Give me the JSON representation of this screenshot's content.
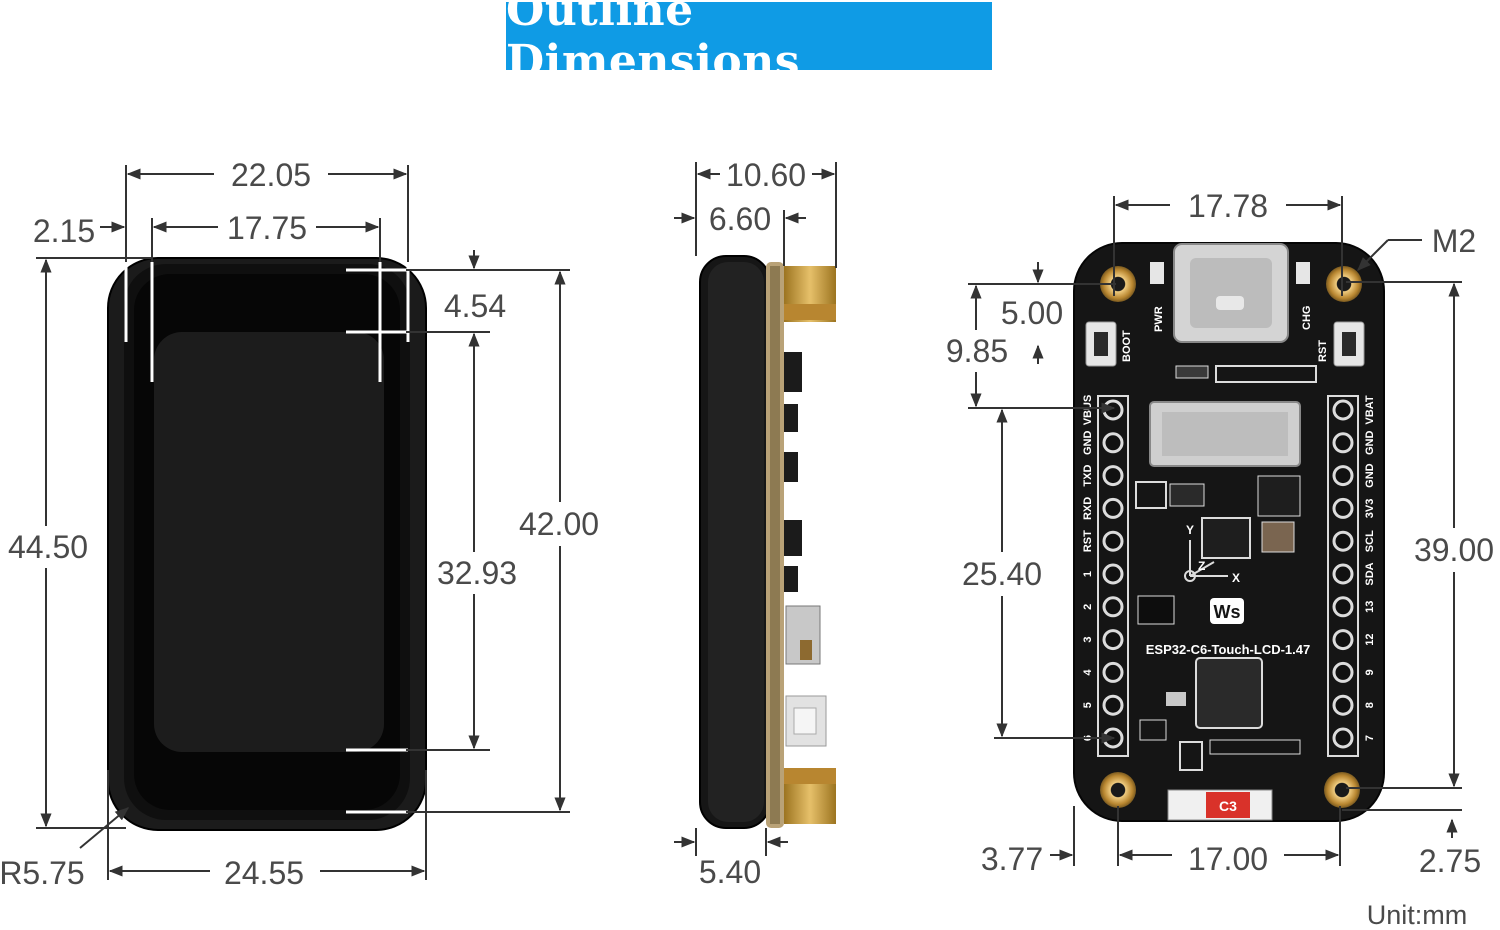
{
  "title": "Outline Dimensions",
  "unit_label": "Unit:mm",
  "colors": {
    "banner": "#0f9be5",
    "body": "#111111",
    "gold": "#c99a3a",
    "pcb": "#151515"
  },
  "front_view": {
    "width_outer": "22.05",
    "width_display": "17.75",
    "offset_left": "2.15",
    "top_bezel": "4.54",
    "height_display": "32.93",
    "height_inner": "42.00",
    "height_total": "44.50",
    "corner_radius": "R5.75",
    "width_total": "24.55"
  },
  "side_view": {
    "depth_total": "10.60",
    "depth_case": "6.60",
    "depth_bottom": "5.40"
  },
  "back_view": {
    "hole_spacing_top": "17.78",
    "mount_hole": "M2",
    "offset_top_small": "5.00",
    "offset_top_large": "9.85",
    "pin_span": "25.40",
    "hole_spacing_vertical": "39.00",
    "hole_spacing_bottom": "17.00",
    "offset_bottom_left": "3.77",
    "offset_bottom_right": "2.75",
    "board_name": "ESP32-C6-Touch-LCD-1.47",
    "left_pins": [
      "VBUS",
      "GND",
      "TXD",
      "RXD",
      "RST",
      "1",
      "2",
      "3",
      "4",
      "5",
      "6"
    ],
    "right_pins": [
      "VBAT",
      "GND",
      "GND",
      "3V3",
      "SCL",
      "SDA",
      "13",
      "12",
      "9",
      "8",
      "7"
    ],
    "labels": {
      "boot": "BOOT",
      "pwr": "PWR",
      "chg": "CHG",
      "rst": "RST",
      "logo": "Ws",
      "c3": "C3",
      "axis_y": "Y",
      "axis_z": "Z",
      "axis_x": "X"
    }
  }
}
